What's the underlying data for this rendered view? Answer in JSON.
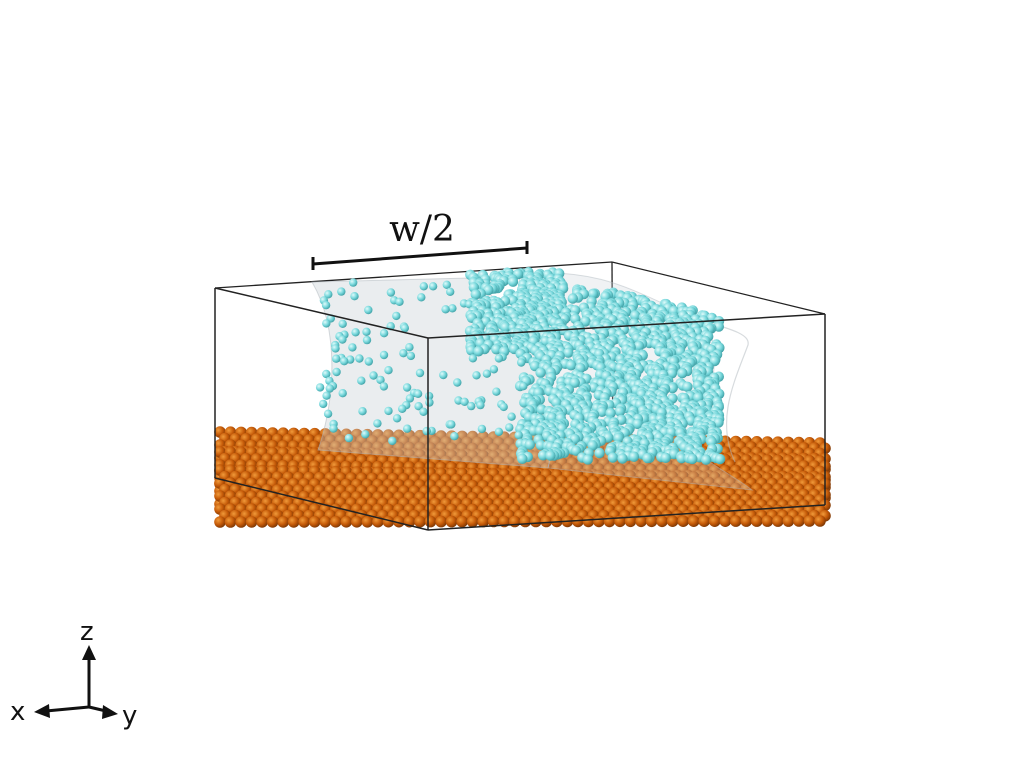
{
  "annotation": {
    "width_label": "w/2"
  },
  "axes": {
    "z_label": "z",
    "x_label": "x",
    "y_label": "y"
  },
  "colors": {
    "background": "#ffffff",
    "box_edge": "#222222",
    "substrate_atom": "#c55a08",
    "substrate_highlight": "#f09a3a",
    "liquid_atom": "#78d8dc",
    "liquid_highlight": "#d8f8f8",
    "interface_surface": "#c9d0d6"
  },
  "substrate": {
    "layers": 3
  }
}
